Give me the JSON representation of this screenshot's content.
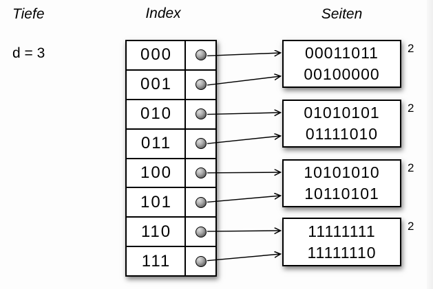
{
  "headings": {
    "depth": "Tiefe",
    "depth_value": "d = 3",
    "index": "Index",
    "pages": "Seiten"
  },
  "directory": {
    "entries": [
      "000",
      "001",
      "010",
      "011",
      "100",
      "101",
      "110",
      "111"
    ]
  },
  "pages": [
    {
      "records": [
        "00011011",
        "00100000"
      ],
      "local_depth": "2"
    },
    {
      "records": [
        "01010101",
        "01111010"
      ],
      "local_depth": "2"
    },
    {
      "records": [
        "10101010",
        "10110101"
      ],
      "local_depth": "2"
    },
    {
      "records": [
        "11111111",
        "11111110"
      ],
      "local_depth": "2"
    }
  ],
  "links": [
    {
      "from_row": 0,
      "to_page": 0,
      "slot": 0
    },
    {
      "from_row": 1,
      "to_page": 0,
      "slot": 1
    },
    {
      "from_row": 2,
      "to_page": 1,
      "slot": 0
    },
    {
      "from_row": 3,
      "to_page": 1,
      "slot": 1
    },
    {
      "from_row": 4,
      "to_page": 2,
      "slot": 0
    },
    {
      "from_row": 5,
      "to_page": 2,
      "slot": 1
    },
    {
      "from_row": 6,
      "to_page": 3,
      "slot": 0
    },
    {
      "from_row": 7,
      "to_page": 3,
      "slot": 1
    }
  ],
  "icons": {
    "pointer_dot": "pointer-dot-icon",
    "arrow": "right-arrow"
  },
  "colors": {
    "line": "#000000",
    "box_fill": "#ffffff",
    "background": "#fdfdfd",
    "dot_dark": "#474747",
    "dot_light": "#dcdcdc",
    "shadow": "rgba(0,0,0,0.5)"
  }
}
